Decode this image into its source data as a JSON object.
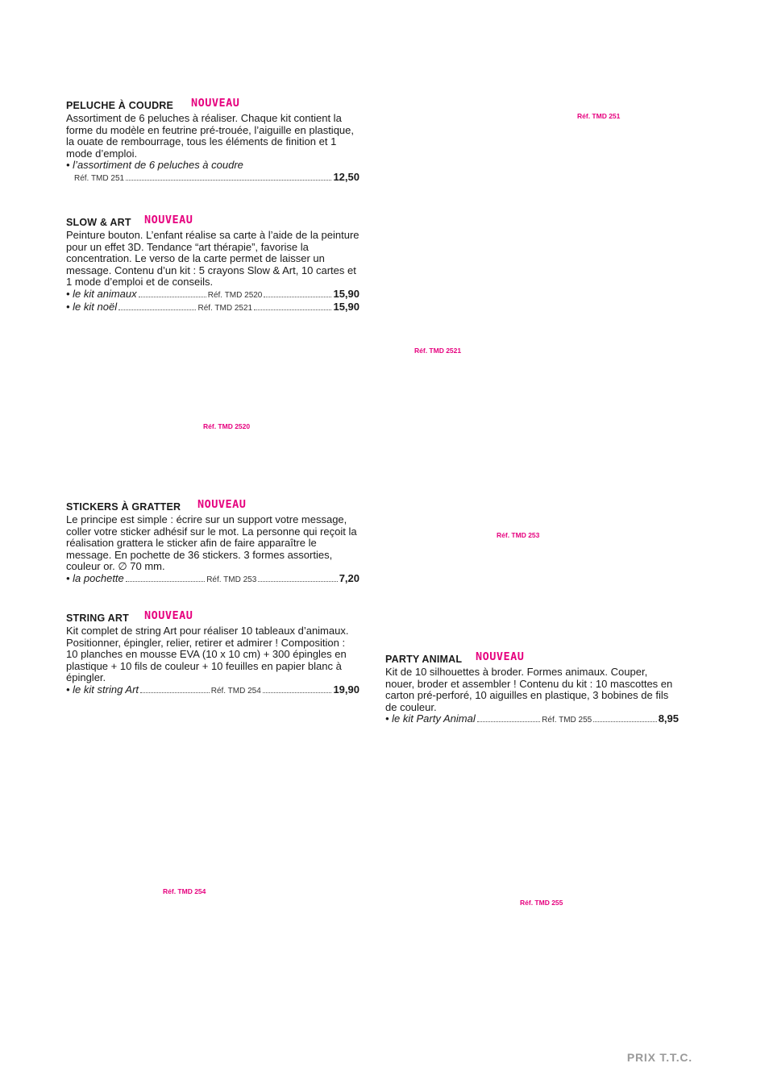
{
  "badge": "NOUVEAU",
  "accent_color": "#e6007e",
  "footer": "PRIX T.T.C.",
  "products": {
    "peluche": {
      "title": "PELUCHE À COUDRE",
      "desc": "Assortiment de 6 peluches à réaliser. Chaque kit contient la forme du modèle en feutrine pré-trouée, l’aiguille en plastique, la ouate de rembourrage, tous les éléments de finition et 1 mode d’emploi.",
      "variant_label": "• l’assortiment de 6 peluches à coudre",
      "ref": "Réf. TMD 251",
      "price": "12,50",
      "image_ref": "Réf. TMD 251"
    },
    "slow": {
      "title": "SLOW & ART",
      "desc": "Peinture bouton. L’enfant réalise sa carte à l’aide de la peinture pour un effet 3D. Tendance “art thérapie”, favorise la concentration. Le verso de la carte permet de laisser un message. Contenu d’un kit : 5 crayons Slow & Art, 10 cartes et 1 mode d’emploi et de conseils.",
      "variants": [
        {
          "label": "• le kit animaux",
          "ref": "Réf. TMD 2520",
          "price": "15,90"
        },
        {
          "label": "• le kit noël",
          "ref": "Réf. TMD 2521",
          "price": "15,90"
        }
      ],
      "image_ref_a": "Réf. TMD 2521",
      "image_ref_b": "Réf. TMD 2520"
    },
    "stickers": {
      "title": "STICKERS À GRATTER",
      "desc": "Le principe est simple : écrire sur un support votre message, coller votre sticker adhésif sur le mot. La personne qui reçoit la réalisation grattera le sticker afin de faire apparaître le message. En pochette de 36 stickers. 3 formes assorties, couleur or. ∅ 70 mm.",
      "variant_label": "• la pochette",
      "ref": "Réf. TMD 253",
      "price": "7,20",
      "image_ref": "Réf. TMD 253"
    },
    "string": {
      "title": "STRING ART",
      "desc": "Kit complet de string Art pour réaliser 10 tableaux d’animaux. Positionner, épingler, relier, retirer et admirer ! Composition : 10 planches en mousse EVA (10 x 10 cm) + 300 épingles en plastique + 10 fils de couleur + 10 feuilles en papier blanc à épingler.",
      "variant_label": "• le kit string Art",
      "ref": "Réf. TMD 254",
      "price": "19,90",
      "image_ref": "Réf. TMD 254"
    },
    "party": {
      "title": "PARTY ANIMAL",
      "desc": "Kit de 10 silhouettes à broder. Formes animaux. Couper, nouer, broder et assembler ! Contenu du kit : 10 mascottes en carton pré-perforé, 10 aiguilles en plastique, 3 bobines de fils de couleur.",
      "variant_label": "• le kit Party Animal",
      "ref": "Réf. TMD 255",
      "price": "8,95",
      "image_ref": "Réf. TMD 255"
    }
  }
}
